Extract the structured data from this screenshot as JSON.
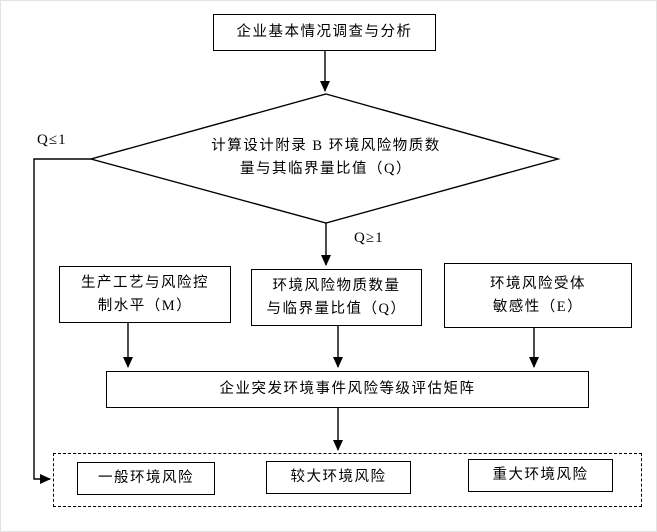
{
  "page": {
    "background": "#ffffff",
    "line_color": "#000000",
    "text_color": "#000000"
  },
  "nodes": {
    "survey": {
      "text": "企业基本情况调查与分析"
    },
    "decision": {
      "line1": "计算设计附录 B 环境风险物质数",
      "line2": "量与其临界量比值（Q）"
    },
    "branch_no": {
      "label": "Q≤1"
    },
    "branch_yes": {
      "label": "Q≥1"
    },
    "factor_m": {
      "line1": "生产工艺与风险控",
      "line2": "制水平（M）"
    },
    "factor_q": {
      "line1": "环境风险物质数量",
      "line2": "与临界量比值（Q）"
    },
    "factor_e": {
      "line1": "环境风险受体",
      "line2": "敏感性（E）"
    },
    "matrix": {
      "text": "企业突发环境事件风险等级评估矩阵"
    },
    "result_general": {
      "text": "一般环境风险"
    },
    "result_larger": {
      "text": "较大环境风险"
    },
    "result_major": {
      "text": "重大环境风险"
    }
  }
}
